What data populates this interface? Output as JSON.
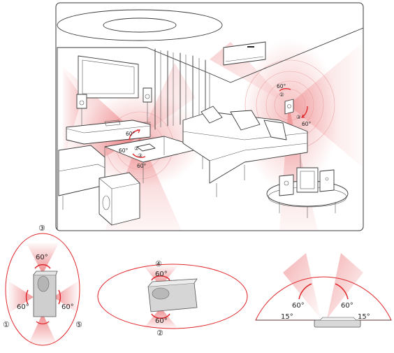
{
  "colors": {
    "accent": "#e0282c",
    "beam": "#f2a5a5",
    "line": "#3a3a3a"
  },
  "room_markers": {
    "left_angle_a": "60°",
    "left_angle_b": "60°",
    "left_angle_c": "60°",
    "left_num_a": "②",
    "left_num_b": "③",
    "right_angle_a": "60°",
    "right_angle_b": "60°",
    "right_num_a": "②",
    "right_num_b": "③"
  },
  "diagram_side_speaker": {
    "top_number": "③",
    "angle_top": "60°",
    "angle_left": "60°",
    "angle_right": "60°",
    "left_number": "①",
    "right_number": "⑤"
  },
  "diagram_top_speaker": {
    "top_number": "④",
    "angle_top": "60°",
    "angle_bottom": "60°",
    "bottom_number": "②"
  },
  "diagram_bar_speaker": {
    "angle_left": "60°",
    "angle_right": "60°",
    "edge_left": "15°",
    "edge_right": "15°"
  }
}
